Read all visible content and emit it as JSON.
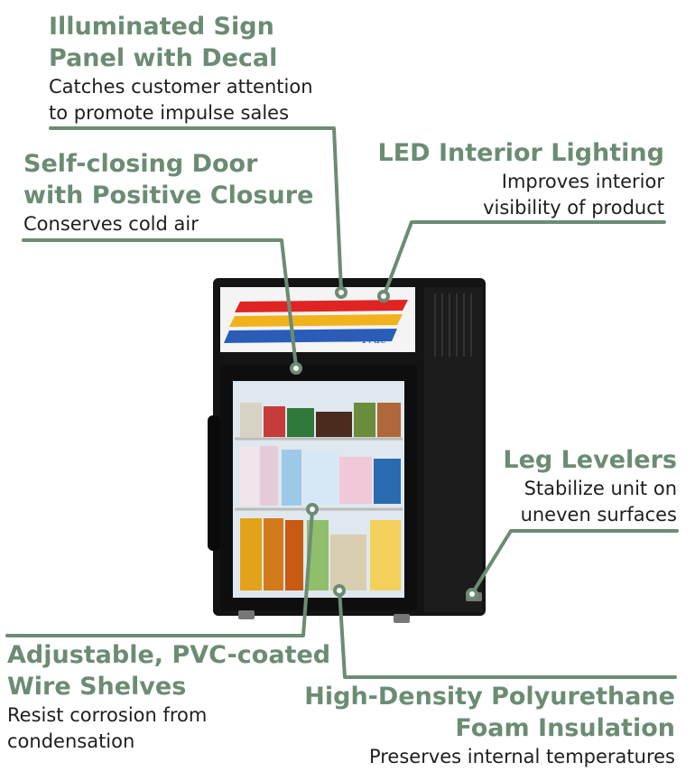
{
  "callouts": {
    "sign_panel": {
      "title_lines": [
        "Illuminated Sign",
        "Panel with Decal"
      ],
      "desc_lines": [
        "Catches customer attention",
        "to promote impulse sales"
      ]
    },
    "door": {
      "title_lines": [
        "Self-closing Door",
        "with Positive Closure"
      ],
      "desc_lines": [
        "Conserves cold air"
      ]
    },
    "led": {
      "title_lines": [
        "LED Interior Lighting"
      ],
      "desc_lines": [
        "Improves interior",
        "visibility of product"
      ]
    },
    "legs": {
      "title_lines": [
        "Leg Levelers"
      ],
      "desc_lines": [
        "Stabilize unit on",
        "uneven surfaces"
      ]
    },
    "shelves": {
      "title_lines": [
        "Adjustable, PVC-coated",
        "Wire Shelves"
      ],
      "desc_lines": [
        "Resist corrosion from",
        "condensation"
      ]
    },
    "insulation": {
      "title_lines": [
        "High-Density Polyurethane",
        "Foam Insulation"
      ],
      "desc_lines": [
        "Preserves internal temperatures"
      ]
    }
  },
  "product": {
    "logo_text": "True"
  },
  "colors": {
    "accent": "#6b8c73",
    "text": "#1e1e1e",
    "cabinet": "#141414",
    "stripe_red": "#e02424",
    "stripe_yellow": "#f2b21c",
    "stripe_blue": "#2a5cb8"
  }
}
